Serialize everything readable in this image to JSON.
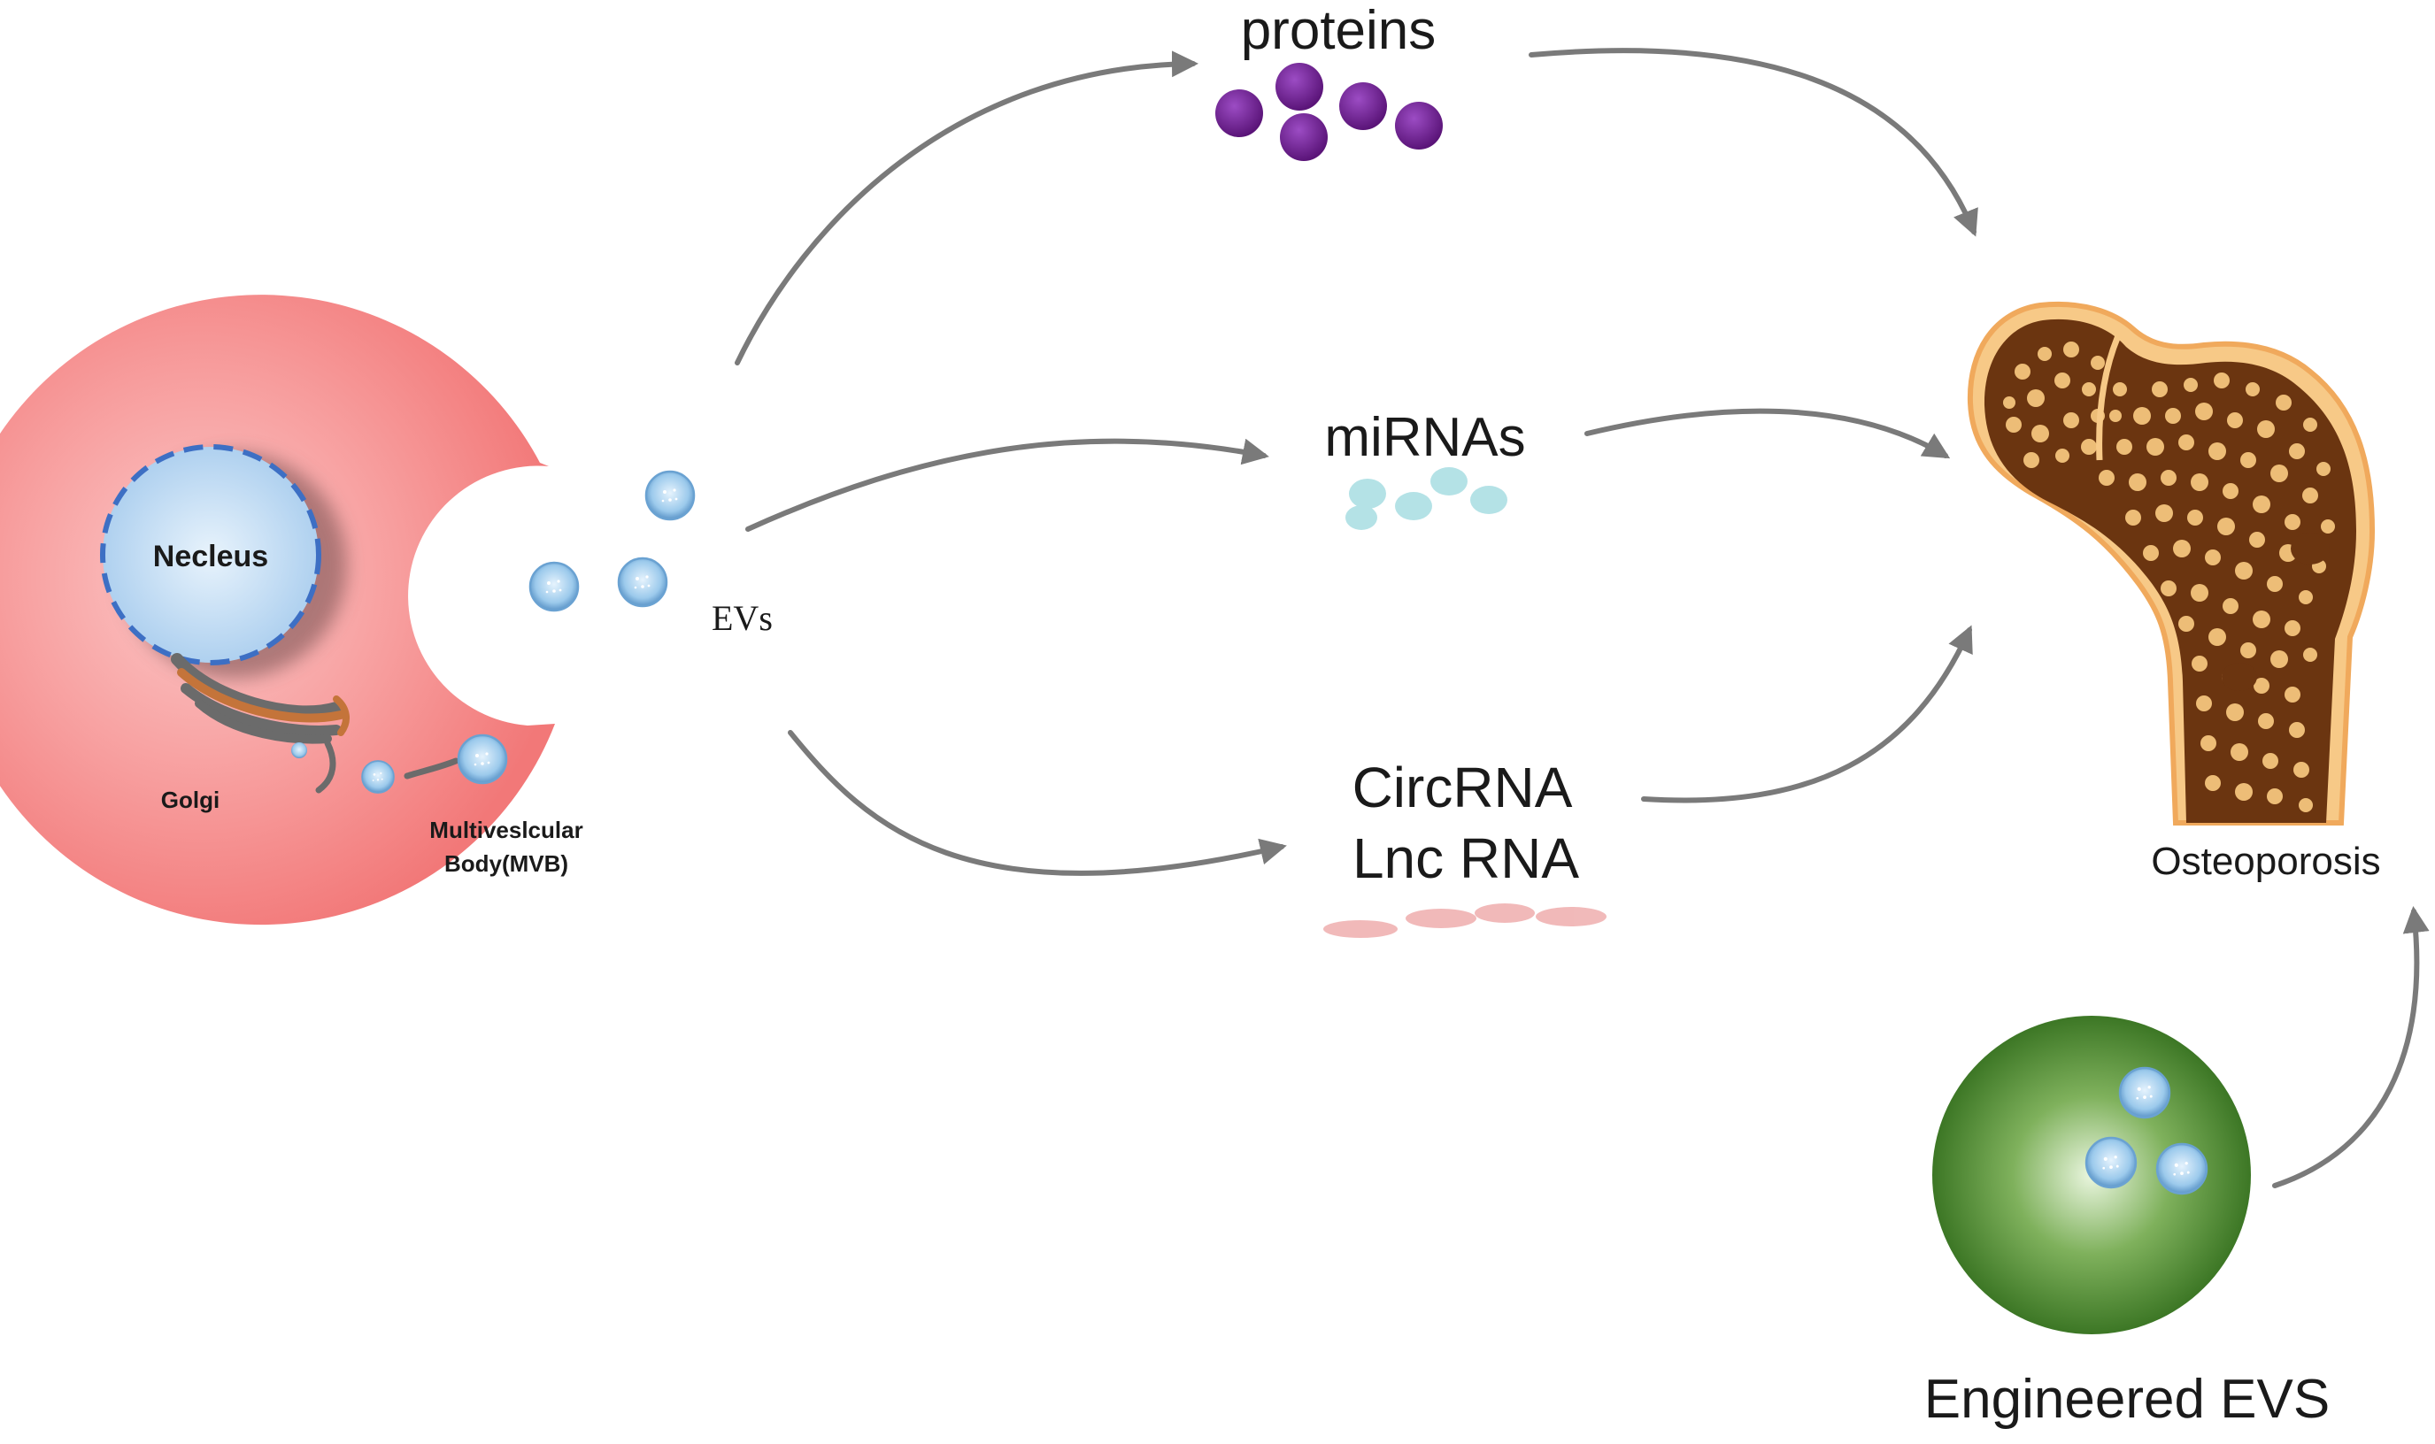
{
  "labels": {
    "proteins": "proteins",
    "mirnas": "miRNAs",
    "circrna": "CircRNA",
    "lncrna": "Lnc RNA",
    "evs": "EVs",
    "nucleus": "Necleus",
    "golgi": "Golgi",
    "mvb_line1": "Multiveslcular",
    "mvb_line2": "Body(MVB)",
    "osteoporosis": "Osteoporosis",
    "engineered_evs": "Engineered EVS"
  },
  "colors": {
    "cell": "#f58a8a",
    "cell_center": "#fcc6c6",
    "nucleus_fill": "#c6e0f5",
    "nucleus_border": "#3d6fc4",
    "golgi": "#c4743a",
    "vesicle": "#8ec0e6",
    "proteins": "#6e1d91",
    "mirnas": "#a8dde2",
    "lncrna": "#f0b2b2",
    "bone_outline": "#f0a95c",
    "bone_fill": "#6b3510",
    "bone_pore": "#f5c57d",
    "engineered_ev": "#3d7a24",
    "arrows": "#7a7a7a"
  },
  "icons": [
    "cell-icon",
    "nucleus-icon",
    "golgi-icon",
    "vesicle-icon",
    "protein-molecule-icon",
    "mirna-molecule-icon",
    "rna-strand-icon",
    "femur-bone-icon",
    "engineered-ev-icon"
  ]
}
